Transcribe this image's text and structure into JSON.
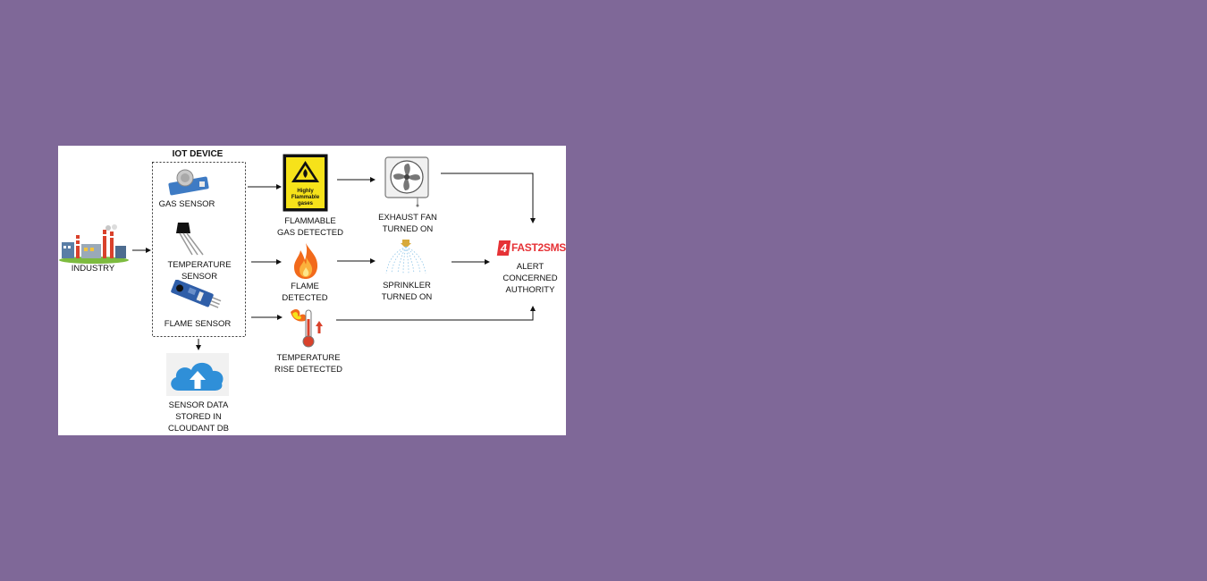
{
  "diagram": {
    "iot_device_title": "IOT DEVICE",
    "industry": "INDUSTRY",
    "gas_sensor": "GAS SENSOR",
    "temperature_sensor": "TEMPERATURE SENSOR",
    "flame_sensor": "FLAME SENSOR",
    "cloud": "SENSOR DATA\nSTORED IN\nCLOUDANT DB",
    "flammable_gas": "FLAMMABLE\nGAS DETECTED",
    "flame_detected": "FLAME\nDETECTED",
    "temperature_rise": "TEMPERATURE\nRISE DETECTED",
    "exhaust_fan": "EXHAUST FAN\nTURNED ON",
    "sprinkler": "SPRINKLER\nTURNED ON",
    "alert": "ALERT\nCONCERNED\nAUTHORITY",
    "sign_text": "Highly\nFlammable\ngases",
    "sms_logo_mark": "4",
    "sms_logo_text": "FAST2SMS"
  },
  "colors": {
    "background": "#7f6898",
    "panel": "#ffffff",
    "accent_red": "#e63236",
    "sign_yellow": "#f6e21a",
    "cloud_blue": "#2f8fd8",
    "flame_orange": "#f26a1b"
  },
  "icons": [
    "factory-icon",
    "gas-sensor-icon",
    "temperature-sensor-icon",
    "flame-sensor-icon",
    "cloud-upload-icon",
    "flammable-sign-icon",
    "flame-icon",
    "thermometer-icon",
    "exhaust-fan-icon",
    "sprinkler-icon",
    "fast2sms-logo"
  ]
}
